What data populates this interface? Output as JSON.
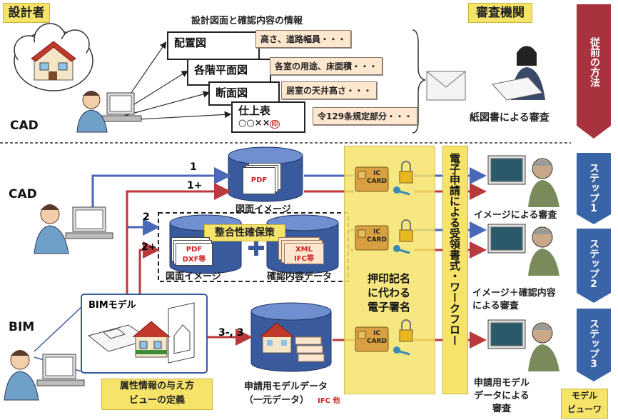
{
  "top": {
    "designer_label": "設計者",
    "reviewer_label": "審査機関",
    "info_title": "設計図面と確認内容の情報",
    "cad_label": "CAD",
    "docs": [
      {
        "title": "配置図",
        "note": "高さ、道路幅員・・・"
      },
      {
        "title": "各階平面図",
        "note": "各室の用途、床面積・・・"
      },
      {
        "title": "断面図",
        "note": "居室の天井高さ・・・"
      },
      {
        "title": "仕上表",
        "note": "令129条規定部分・・・"
      }
    ],
    "finish_marks": "○○××",
    "seal_char": "印",
    "paper_review": "紙図書による審査",
    "conventional": "従前の方法"
  },
  "bottom": {
    "cad_label": "CAD",
    "bim_label": "BIM",
    "arrow_1": "1",
    "arrow_1plus": "1+",
    "arrow_2": "2",
    "arrow_2plus": "2+",
    "arrow_3": "3-, 3",
    "pdf_label": "PDF",
    "image_caption": "図面イメージ",
    "consistency": "整合性確保策",
    "pdf_dxf_a": "PDF",
    "pdf_dxf_b": "DXF等",
    "xml_a": "XML",
    "xml_b": "IFC等",
    "image_caption2": "図面イメージ",
    "check_data": "確認内容データ",
    "bim_model": "BIMモデル",
    "attr_line1": "属性情報の与え方",
    "attr_line2": "ビューの定義",
    "model_data_1": "申請用モデルデータ",
    "model_data_2": "（一元データ）",
    "ifc_other": "IFC 他",
    "signature_1": "押印記名",
    "signature_2": "に代わる",
    "signature_3": "電子署名",
    "e_application": "電子申請による受領書式・ワークフロー",
    "ic": "IC",
    "card": "CARD",
    "review_1": "イメージによる審査",
    "review_2a": "イメージ＋確認内容",
    "review_2b": "による審査",
    "review_3a": "申請用モデル",
    "review_3b": "データによる",
    "review_3c": "審査",
    "step1": "ステップ1",
    "step2": "ステップ2",
    "step3": "ステップ3",
    "model_view_1": "モデル",
    "model_view_2": "ビューワ"
  },
  "colors": {
    "blue_arrow": "#4a68b8",
    "red_arrow": "#b83a3a",
    "yellow": "#f5e36a",
    "step_blue": "#3a64a8",
    "conventional_red": "#a8323e"
  }
}
